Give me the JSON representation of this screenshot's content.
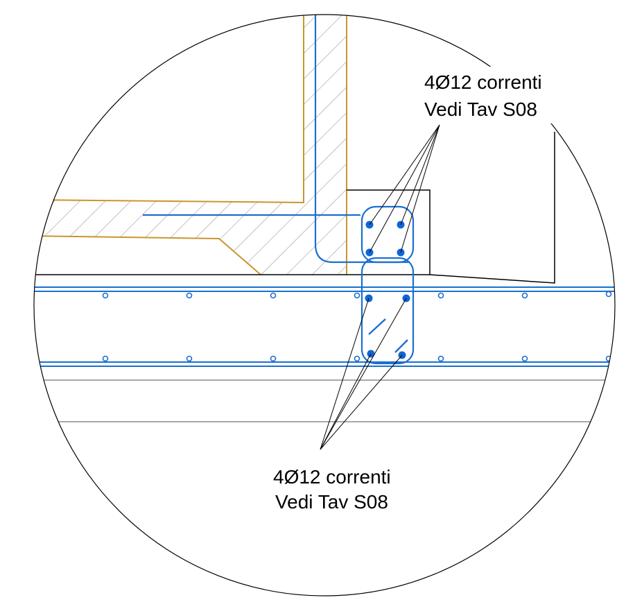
{
  "colors": {
    "rebar": "#1a6fd1",
    "bar_dot": "#1166d6",
    "outline": "#000000",
    "concrete_edge": "#c8962e",
    "hatch": "#9a9a9a",
    "grey_line": "#8c8c8c"
  },
  "annotations": {
    "top": {
      "line1": "4Ø12 correnti",
      "line2": "Vedi Tav S08"
    },
    "bottom": {
      "line1": "4Ø12 correnti",
      "line2": "Vedi Tav S08"
    }
  }
}
